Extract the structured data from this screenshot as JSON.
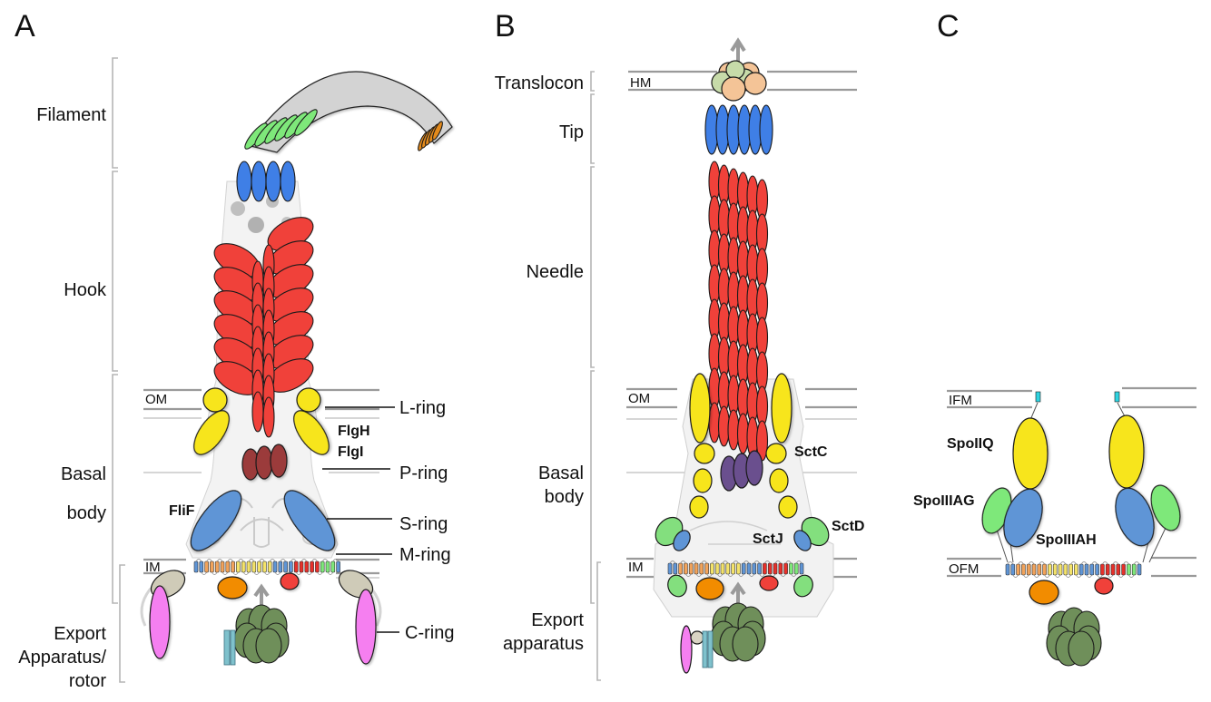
{
  "figure": {
    "panels": [
      {
        "id": "A",
        "letter": "A",
        "structure": "bacterial flagellum",
        "regions": [
          {
            "label": "Filament"
          },
          {
            "label": "Hook"
          },
          {
            "label_lines": [
              "Basal",
              "body"
            ]
          },
          {
            "label_lines": [
              "Export",
              "Apparatus/",
              "rotor"
            ]
          }
        ],
        "membranes": [
          {
            "label": "OM"
          },
          {
            "label": "IM"
          }
        ],
        "ring_labels": [
          "L-ring",
          "P-ring",
          "S-ring",
          "M-ring",
          "C-ring"
        ],
        "protein_labels": [
          "FlgH",
          "FlgI",
          "FliF"
        ]
      },
      {
        "id": "B",
        "letter": "B",
        "structure": "injectisome",
        "regions": [
          {
            "label": "Translocon"
          },
          {
            "label": "Tip"
          },
          {
            "label": "Needle"
          },
          {
            "label_lines": [
              "Basal",
              "body"
            ]
          },
          {
            "label_lines": [
              "Export",
              "apparatus"
            ]
          }
        ],
        "membranes": [
          {
            "label": "HM"
          },
          {
            "label": "OM"
          },
          {
            "label": "IM"
          }
        ],
        "protein_labels": [
          "SctC",
          "SctD",
          "SctJ"
        ]
      },
      {
        "id": "C",
        "letter": "C",
        "structure": "sporulation A–Q complex",
        "membranes": [
          {
            "label": "IFM"
          },
          {
            "label": "OFM"
          }
        ],
        "protein_labels": [
          "SpoIIQ",
          "SpoIIIAG",
          "SpoIIIAH"
        ]
      }
    ],
    "colors": {
      "filament_gray": "#d3d3d3",
      "cap_green": "#7ee87a",
      "cap_orange": "#e38a1c",
      "hook_blue": "#3f7fe6",
      "red": "#f0413a",
      "yellow": "#f7e51b",
      "p_ring_brown": "#9b3a3a",
      "ms_blue": "#5f95d6",
      "c_ring_pink": "#f57ff0",
      "switch_tan": "#cfcbb8",
      "atpase_green": "#6f8f5a",
      "orange": "#f28c00",
      "sctd_green": "#83df7e",
      "purple": "#6a4f8e",
      "translocon_peach": "#f4c497",
      "translocon_sage": "#c7dba9",
      "stalk_cyan": "#7fc1cc",
      "ifm_cyan": "#2fd3e0"
    }
  }
}
